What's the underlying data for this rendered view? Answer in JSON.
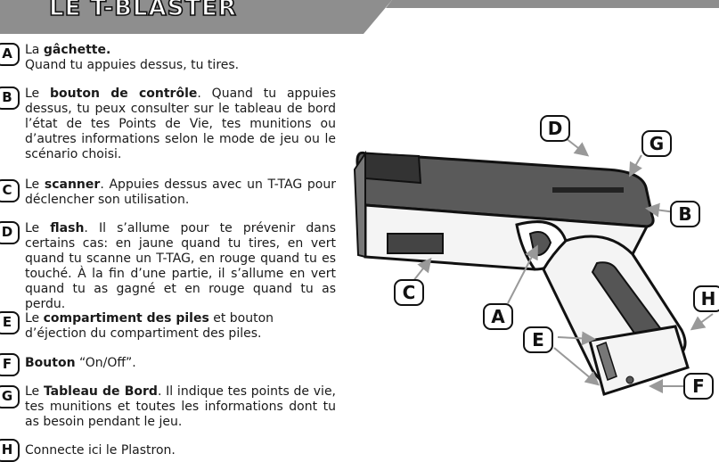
{
  "header": {
    "title": "LE T-BLASTER"
  },
  "items": [
    {
      "letter": "A",
      "pre": "La ",
      "bold": "gâchette.",
      "post": "",
      "line2": "Quand tu appuies dessus, tu tires."
    },
    {
      "letter": "B",
      "pre": "Le ",
      "bold": "bouton de contrôle",
      "post": ". Quand tu appuies dessus, tu peux consulter sur le tableau de bord l’état de tes Points de Vie, tes munitions ou d’autres informations selon le mode de jeu ou le scénario choisi."
    },
    {
      "letter": "C",
      "pre": " Le ",
      "bold": "scanner",
      "post": ". Appuies dessus avec un T-TAG pour déclencher son utilisation."
    },
    {
      "letter": "D",
      "pre": " Le ",
      "bold": "flash",
      "post": ". Il s’allume pour te prévenir dans certains cas: en jaune quand tu tires, en vert quand tu scanne un T-TAG, en rouge quand tu es touché. À la fin d’une partie, il s’allume en vert quand tu as gagné et en rouge quand tu as perdu."
    },
    {
      "letter": "E",
      "pre": "Le ",
      "bold": "compartiment des piles",
      "post": " et bouton d’éjection du compartiment des piles."
    },
    {
      "letter": "F",
      "pre": "",
      "bold": "Bouton",
      "post": " “On/Off”."
    },
    {
      "letter": "G",
      "pre": "Le ",
      "bold": "Tableau de Bord",
      "post": ". Il indique tes points de vie, tes munitions et toutes les informations dont tu as besoin pendant le jeu."
    },
    {
      "letter": "H",
      "pre": "",
      "bold": "",
      "post": "Connecte ici le Plastron."
    }
  ],
  "diagram_labels": [
    "D",
    "G",
    "B",
    "C",
    "A",
    "H",
    "E",
    "F"
  ]
}
